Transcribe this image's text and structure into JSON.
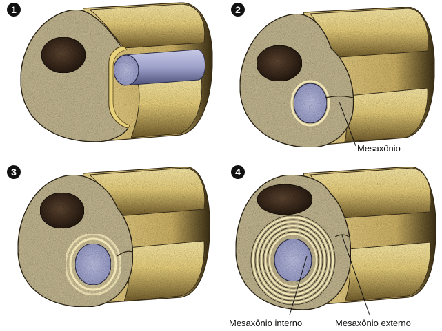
{
  "panels": [
    {
      "number": "1"
    },
    {
      "number": "2"
    },
    {
      "number": "3"
    },
    {
      "number": "4"
    }
  ],
  "labels": {
    "mesaxon": "Mesaxônio",
    "mesaxon_internal": "Mesaxônio interno",
    "mesaxon_external": "Mesaxônio externo"
  },
  "colors": {
    "myelin_sheath": "#e3cf86",
    "cross_section": "#b9ad8a",
    "nucleus": "#3a2a1c",
    "axon": "#9ea2c8",
    "badge": "#111111"
  }
}
